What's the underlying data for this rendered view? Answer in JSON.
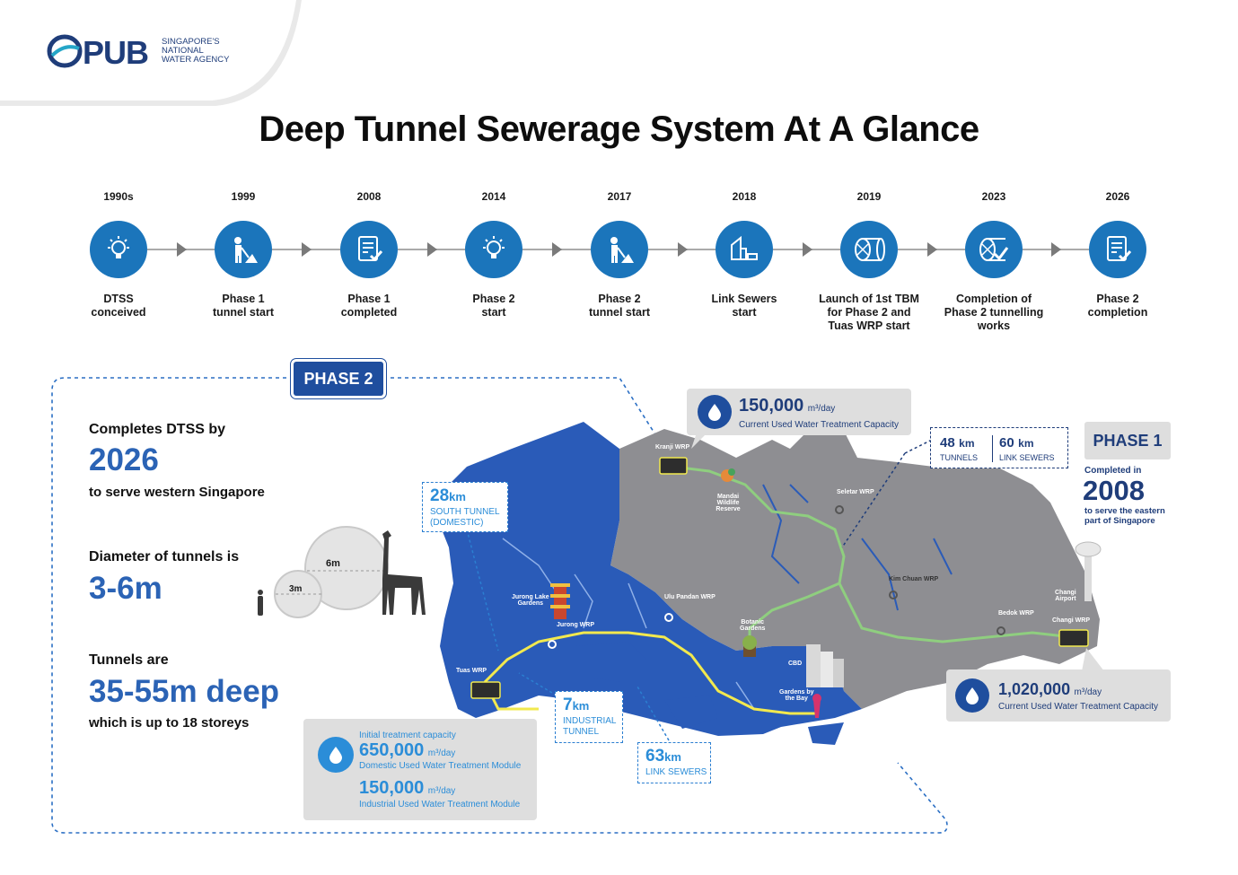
{
  "logo": {
    "name": "PUB",
    "tagline_line1": "SINGAPORE'S",
    "tagline_line2": "NATIONAL",
    "tagline_line3": "WATER AGENCY"
  },
  "title": "Deep Tunnel Sewerage System At A Glance",
  "timeline": [
    {
      "year": "1990s",
      "label1": "DTSS",
      "label2": "conceived",
      "label3": "",
      "icon": "lightbulb-icon"
    },
    {
      "year": "1999",
      "label1": "Phase 1",
      "label2": "tunnel start",
      "label3": "",
      "icon": "worker-icon"
    },
    {
      "year": "2008",
      "label1": "Phase 1",
      "label2": "completed",
      "label3": "",
      "icon": "checklist-icon"
    },
    {
      "year": "2014",
      "label1": "Phase 2",
      "label2": "start",
      "label3": "",
      "icon": "lightbulb-icon"
    },
    {
      "year": "2017",
      "label1": "Phase 2",
      "label2": "tunnel start",
      "label3": "",
      "icon": "worker-icon"
    },
    {
      "year": "2018",
      "label1": "Link Sewers",
      "label2": "start",
      "label3": "",
      "icon": "sewer-icon"
    },
    {
      "year": "2019",
      "label1": "Launch of 1st TBM",
      "label2": "for Phase 2 and",
      "label3": "Tuas WRP start",
      "icon": "tbm-icon"
    },
    {
      "year": "2023",
      "label1": "Completion of",
      "label2": "Phase 2 tunnelling",
      "label3": "works",
      "icon": "tbm-check-icon"
    },
    {
      "year": "2026",
      "label1": "Phase 2",
      "label2": "completion",
      "label3": "",
      "icon": "checklist-icon"
    }
  ],
  "phase2": {
    "badge": "PHASE 2",
    "completes_text": "Completes DTSS by",
    "completes_year": "2026",
    "serve_text": "to serve western Singapore",
    "diameter_text": "Diameter of tunnels is",
    "diameter_value": "3-6m",
    "diameter_big": "6m",
    "diameter_small": "3m",
    "tunnels_text": "Tunnels are",
    "depth_value": "35-55m deep",
    "storeys_text": "which is up to 18 storeys",
    "capacity_intro": "Initial treatment capacity",
    "capacity1_num": "650,000",
    "capacity1_unit": "m³/day",
    "capacity1_desc": "Domestic Used Water Treatment Module",
    "capacity2_num": "150,000",
    "capacity2_unit": "m³/day",
    "capacity2_desc": "Industrial Used Water Treatment Module",
    "south_tunnel_num": "28",
    "south_tunnel_unit": "km",
    "south_tunnel_desc1": "SOUTH TUNNEL",
    "south_tunnel_desc2": "(DOMESTIC)",
    "industrial_num": "7",
    "industrial_unit": "km",
    "industrial_desc1": "INDUSTRIAL",
    "industrial_desc2": "TUNNEL",
    "link_num": "63",
    "link_unit": "km",
    "link_desc": "LINK SEWERS"
  },
  "kranji": {
    "num": "150,000",
    "unit": "m³/day",
    "desc": "Current Used Water Treatment Capacity"
  },
  "phase1": {
    "badge": "PHASE 1",
    "completed_text": "Completed in",
    "year": "2008",
    "serve1": "to serve the eastern",
    "serve2": "part of Singapore",
    "tunnels_num": "48",
    "tunnels_unit": "km",
    "tunnels_desc": "TUNNELS",
    "sewers_num": "60",
    "sewers_unit": "km",
    "sewers_desc": "LINK SEWERS",
    "changi_num": "1,020,000",
    "changi_unit": "m³/day",
    "changi_desc": "Current Used Water Treatment Capacity"
  },
  "map_labels": {
    "kranji": "Kranji WRP",
    "mandai1": "Mandai Wildlife",
    "mandai2": "Reserve",
    "seletar": "Seletar WRP",
    "kimchuan": "Kim Chuan WRP",
    "bedok": "Bedok WRP",
    "changi_airport1": "Changi",
    "changi_airport2": "Airport",
    "changi": "Changi WRP",
    "jurong_lake1": "Jurong Lake",
    "jurong_lake2": "Gardens",
    "jurong": "Jurong WRP",
    "ulupandan": "Ulu Pandan WRP",
    "botanic1": "Botanic",
    "botanic2": "Gardens",
    "cbd": "CBD",
    "gardens1": "Gardens by",
    "gardens2": "the Bay",
    "tuas": "Tuas WRP"
  },
  "colors": {
    "blue_dark": "#1f4e9e",
    "blue_mid": "#2b63b5",
    "blue_light": "#2b8dd8",
    "timeline_blue": "#1b75bb",
    "map_grey": "#8e8e92",
    "map_blue": "#2a5bb8"
  }
}
